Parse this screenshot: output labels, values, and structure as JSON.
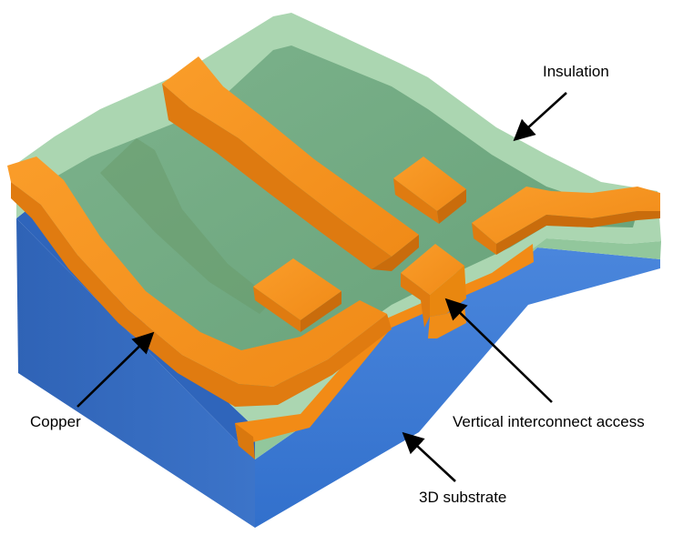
{
  "labels": {
    "insulation": "Insulation",
    "copper": "Copper",
    "via": "Vertical interconnect access",
    "substrate": "3D substrate"
  },
  "colors": {
    "background": "#ffffff",
    "substrate_top": "#5f93d8",
    "substrate_front": "#3a77d3",
    "substrate_side": "#356cc2",
    "insulation_translucent": "#9fcfa6",
    "insulation_top": "#6fa981",
    "insulation_edge": "#86b98f",
    "copper_top": "#f7931e",
    "copper_side": "#e37e10",
    "copper_shadow": "#c96c0c",
    "arrow": "#000000",
    "text": "#000000"
  },
  "icons": {
    "arrow": "arrow-pointer"
  }
}
